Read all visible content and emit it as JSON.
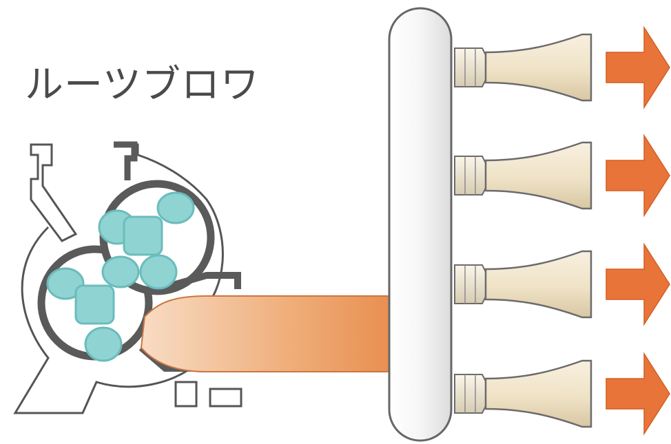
{
  "label": "ルーツブロワ",
  "colors": {
    "casing_stroke": "#555555",
    "casing_fill": "#ffffff",
    "rotor_fill": "#8fd3d2",
    "rotor_stroke": "#6bbcbc",
    "air_flow": "#e89a5e",
    "header_pipe": "#f4f4f4",
    "nozzle_fill": "#efe3cc",
    "nozzle_stroke": "#6b6b6b",
    "arrow": "#e8743a"
  },
  "nozzles": [
    {
      "id": "nozzle-1"
    },
    {
      "id": "nozzle-2"
    },
    {
      "id": "nozzle-3"
    },
    {
      "id": "nozzle-4"
    }
  ]
}
